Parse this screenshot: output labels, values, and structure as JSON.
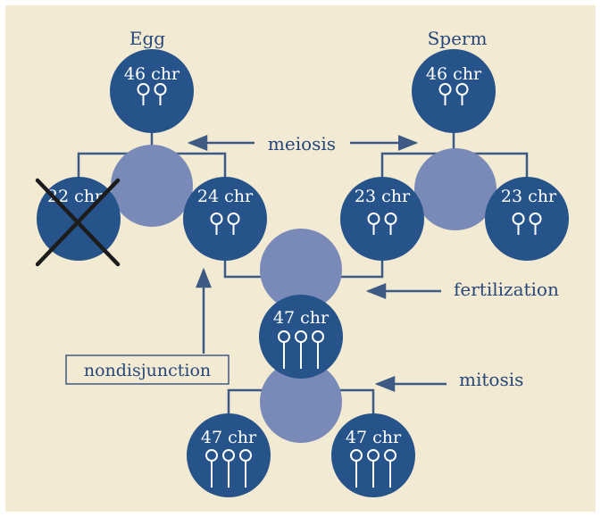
{
  "colors": {
    "background": "#f2ead3",
    "outer": "#ffffff",
    "cell": "#26538a",
    "zygote": "#7a8ab8",
    "line": "#3d5a85",
    "chromosome": "#ffffff",
    "text": "#27477a",
    "cross": "#1c1c1c"
  },
  "labels": {
    "egg": "Egg",
    "sperm": "Sperm",
    "meiosis": "meiosis",
    "fertilization": "fertilization",
    "mitosis": "mitosis",
    "nondisjunction": "nondisjunction"
  },
  "cells": [
    {
      "id": "egg-parent",
      "label": "46 chr",
      "chromosomes": 2,
      "crossed": false
    },
    {
      "id": "sperm-parent",
      "label": "46 chr",
      "chromosomes": 2,
      "crossed": false
    },
    {
      "id": "egg-gamete-lost",
      "label": "22 chr",
      "chromosomes": 0,
      "crossed": true
    },
    {
      "id": "egg-gamete",
      "label": "24 chr",
      "chromosomes": 2,
      "crossed": false
    },
    {
      "id": "sperm-gamete-a",
      "label": "23 chr",
      "chromosomes": 2,
      "crossed": false
    },
    {
      "id": "sperm-gamete-b",
      "label": "23 chr",
      "chromosomes": 2,
      "crossed": false
    },
    {
      "id": "zygote",
      "label": "47 chr",
      "chromosomes": 3,
      "crossed": false
    },
    {
      "id": "daughter-a",
      "label": "47 chr",
      "chromosomes": 3,
      "crossed": false
    },
    {
      "id": "daughter-b",
      "label": "47 chr",
      "chromosomes": 3,
      "crossed": false
    }
  ]
}
